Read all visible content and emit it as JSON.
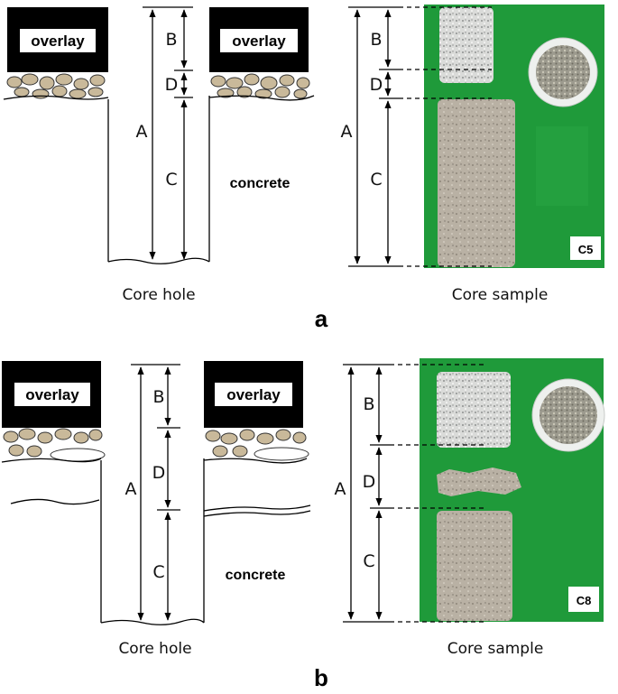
{
  "panels": [
    {
      "id": "a",
      "label": "a",
      "overlay_label": "overlay",
      "concrete_label": "concrete",
      "dims": {
        "A": "A",
        "B": "B",
        "C": "C",
        "D": "D"
      },
      "hole_caption": "Core hole",
      "sample_caption": "Core sample",
      "sample_tag": "C5"
    },
    {
      "id": "b",
      "label": "b",
      "overlay_label": "overlay",
      "concrete_label": "concrete",
      "dims": {
        "A": "A",
        "B": "B",
        "C": "C",
        "D": "D"
      },
      "hole_caption": "Core hole",
      "sample_caption": "Core sample",
      "sample_tag": "C8"
    }
  ],
  "colors": {
    "photo_background": "#1f9a3a",
    "aggregate": "#c9b99a",
    "core_concrete": "#b9b1a4",
    "overlay_core": "#d9dad9"
  }
}
